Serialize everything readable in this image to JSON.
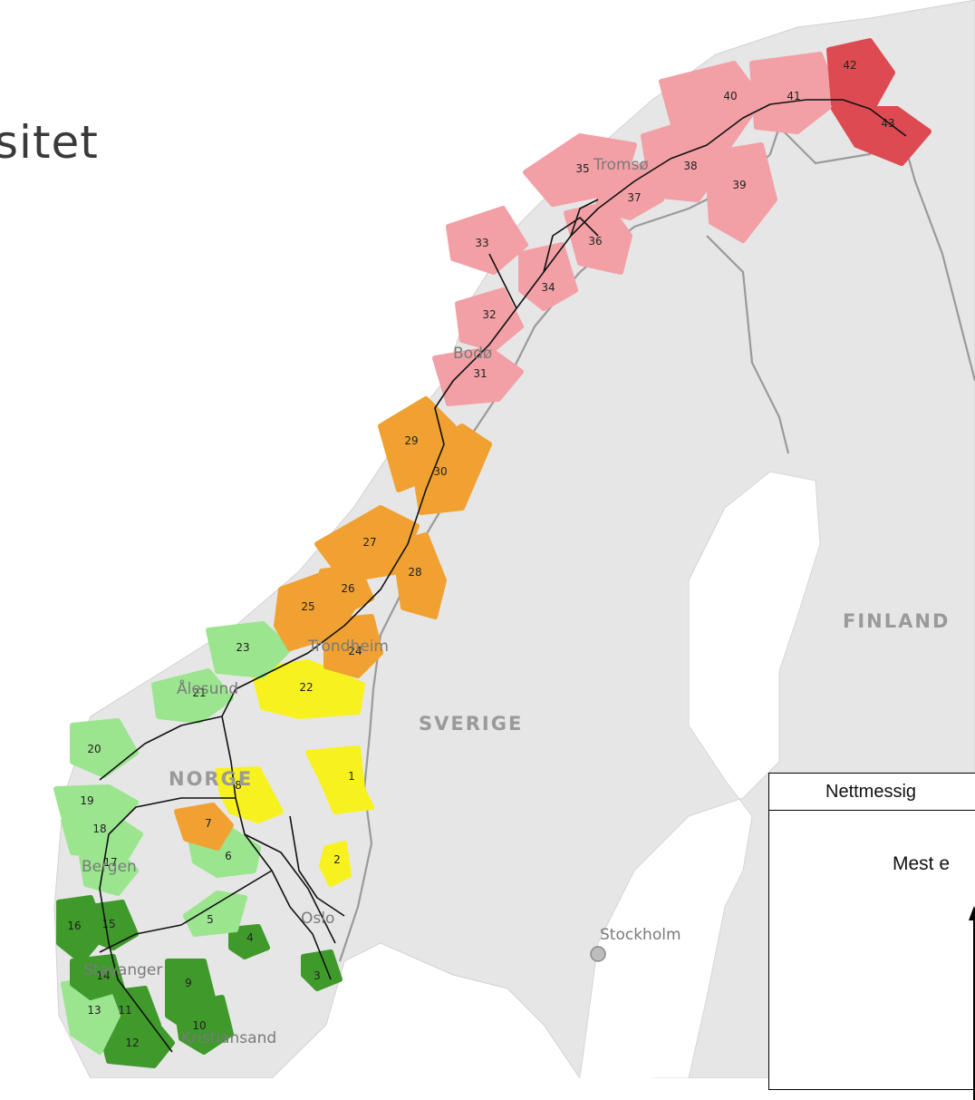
{
  "slide": {
    "title_fragment": "sitet"
  },
  "map": {
    "countries": {
      "norway": "NORGE",
      "sweden": "SVERIGE",
      "finland": "FINLAND"
    },
    "cities": [
      "Tromsø",
      "Bodø",
      "Trondheim",
      "Ålesund",
      "Bergen",
      "Stavanger",
      "Kristiansand",
      "Oslo",
      "Stockholm"
    ],
    "region_colors": {
      "dark_green": "#3f9a2b",
      "light_green": "#9be58f",
      "yellow": "#f7f21f",
      "orange": "#f0a131",
      "light_red": "#f2a0a6",
      "red": "#de4a52"
    },
    "regions": [
      {
        "id": "1",
        "color": "yellow"
      },
      {
        "id": "2",
        "color": "yellow"
      },
      {
        "id": "3",
        "color": "dark_green"
      },
      {
        "id": "4",
        "color": "dark_green"
      },
      {
        "id": "5",
        "color": "light_green"
      },
      {
        "id": "6",
        "color": "light_green"
      },
      {
        "id": "7",
        "color": "orange"
      },
      {
        "id": "8",
        "color": "yellow"
      },
      {
        "id": "9",
        "color": "dark_green"
      },
      {
        "id": "10",
        "color": "dark_green"
      },
      {
        "id": "11",
        "color": "dark_green"
      },
      {
        "id": "12",
        "color": "dark_green"
      },
      {
        "id": "13",
        "color": "light_green"
      },
      {
        "id": "14",
        "color": "dark_green"
      },
      {
        "id": "15",
        "color": "dark_green"
      },
      {
        "id": "16",
        "color": "dark_green"
      },
      {
        "id": "17",
        "color": "light_green"
      },
      {
        "id": "18",
        "color": "light_green"
      },
      {
        "id": "19",
        "color": "light_green"
      },
      {
        "id": "20",
        "color": "light_green"
      },
      {
        "id": "21",
        "color": "light_green"
      },
      {
        "id": "22",
        "color": "yellow"
      },
      {
        "id": "23",
        "color": "light_green"
      },
      {
        "id": "24",
        "color": "orange"
      },
      {
        "id": "25",
        "color": "orange"
      },
      {
        "id": "26",
        "color": "orange"
      },
      {
        "id": "27",
        "color": "orange"
      },
      {
        "id": "28",
        "color": "orange"
      },
      {
        "id": "29",
        "color": "orange"
      },
      {
        "id": "30",
        "color": "orange"
      },
      {
        "id": "31",
        "color": "light_red"
      },
      {
        "id": "32",
        "color": "light_red"
      },
      {
        "id": "33",
        "color": "light_red"
      },
      {
        "id": "34",
        "color": "light_red"
      },
      {
        "id": "35",
        "color": "light_red"
      },
      {
        "id": "36",
        "color": "light_red"
      },
      {
        "id": "37",
        "color": "light_red"
      },
      {
        "id": "38",
        "color": "light_red"
      },
      {
        "id": "39",
        "color": "light_red"
      },
      {
        "id": "40",
        "color": "light_red"
      },
      {
        "id": "41",
        "color": "light_red"
      },
      {
        "id": "42",
        "color": "red"
      },
      {
        "id": "43",
        "color": "red"
      }
    ]
  },
  "legend": {
    "header": "Nettmessig",
    "subtitle": "Mest e"
  }
}
